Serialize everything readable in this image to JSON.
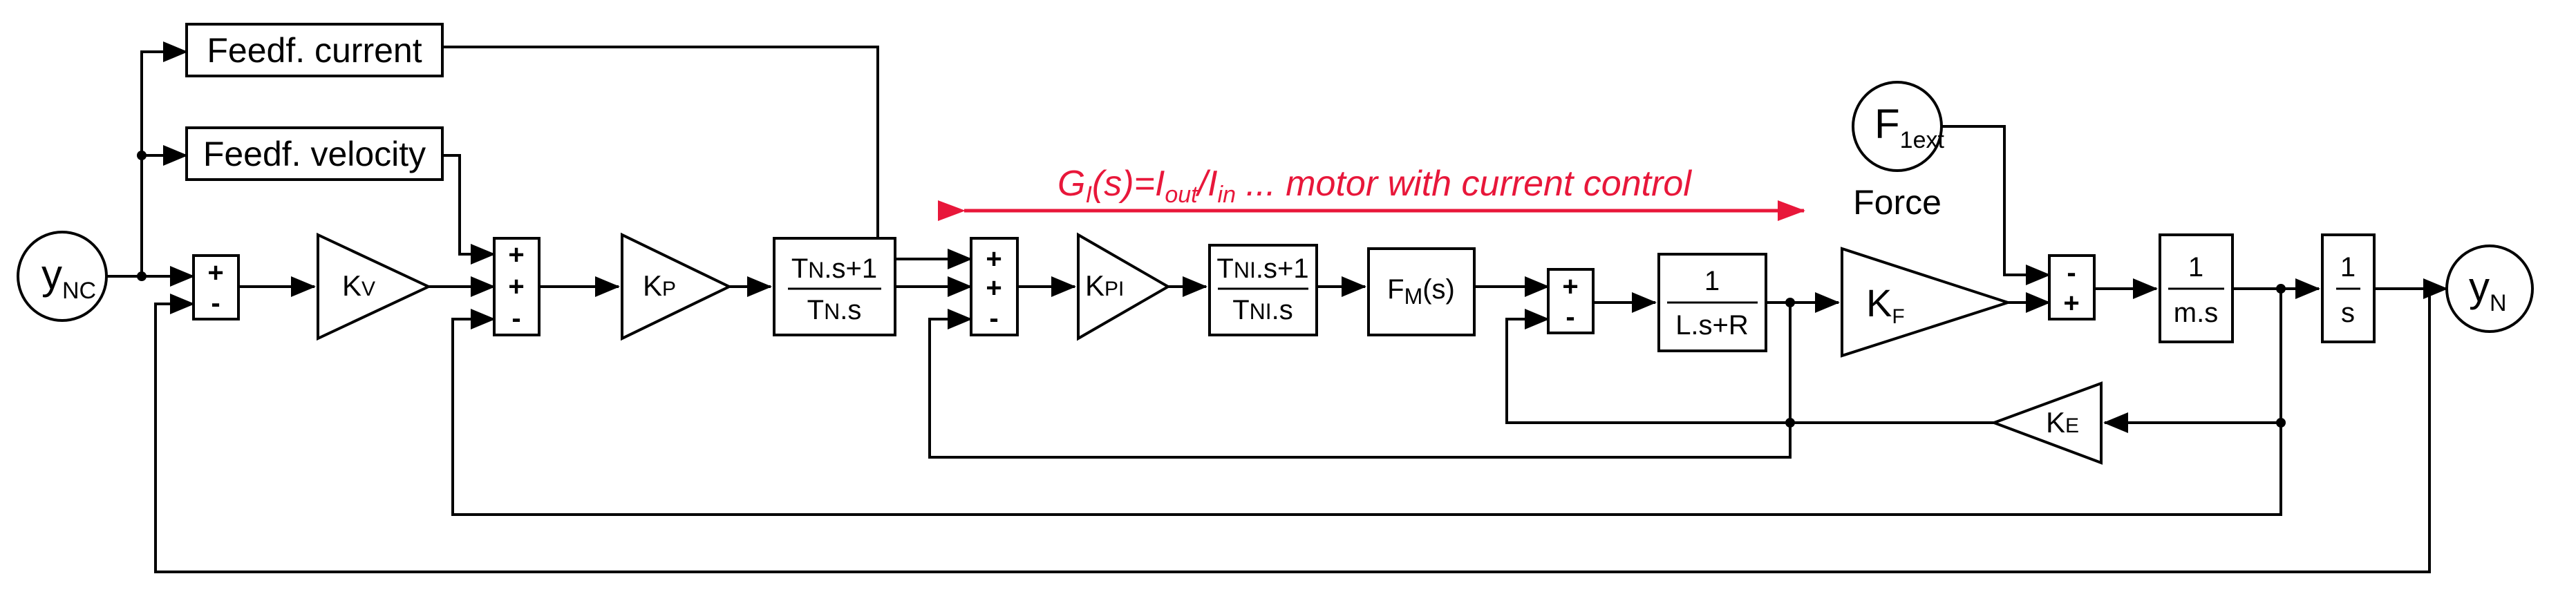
{
  "io": {
    "input_main": "y",
    "input_sub": "NC",
    "output_main": "y",
    "output_sub": "N",
    "force_main": "F",
    "force_sub": "1ext",
    "force_label": "Force"
  },
  "feedforward": {
    "current": "Feedf. current",
    "velocity": "Feedf. velocity"
  },
  "gains": {
    "kv_main": "K",
    "kv_sub": "V",
    "kp_main": "K",
    "kp_sub": "P",
    "kpi_main": "K",
    "kpi_sub": "PI",
    "kf_main": "K",
    "kf_sub": "F",
    "ke_main": "K",
    "ke_sub": "E"
  },
  "blocks": {
    "pos_num_T": "T",
    "pos_num_sub": "N",
    "pos_num_rest": ".s+1",
    "pos_den_T": "T",
    "pos_den_sub": "N",
    "pos_den_rest": ".s",
    "cur_num_T": "T",
    "cur_num_sub": "NI",
    "cur_num_rest": ".s+1",
    "cur_den_T": "T",
    "cur_den_sub": "NI",
    "cur_den_rest": ".s",
    "fm_main": "F",
    "fm_sub": "M",
    "fm_rest": "(s)",
    "elec_num": "1",
    "elec_den": "L.s+R",
    "mass_num": "1",
    "mass_den": "m.s",
    "integ_num": "1",
    "integ_den": "s"
  },
  "annotation": {
    "g": "G",
    "g_sub": "I",
    "part1": "(s)=I",
    "out_sub": "out",
    "slash": "/I",
    "in_sub": "in",
    "rest": " ... motor with current control",
    "color": "#e8173a"
  },
  "signs": {
    "plus": "+",
    "minus": "-"
  }
}
